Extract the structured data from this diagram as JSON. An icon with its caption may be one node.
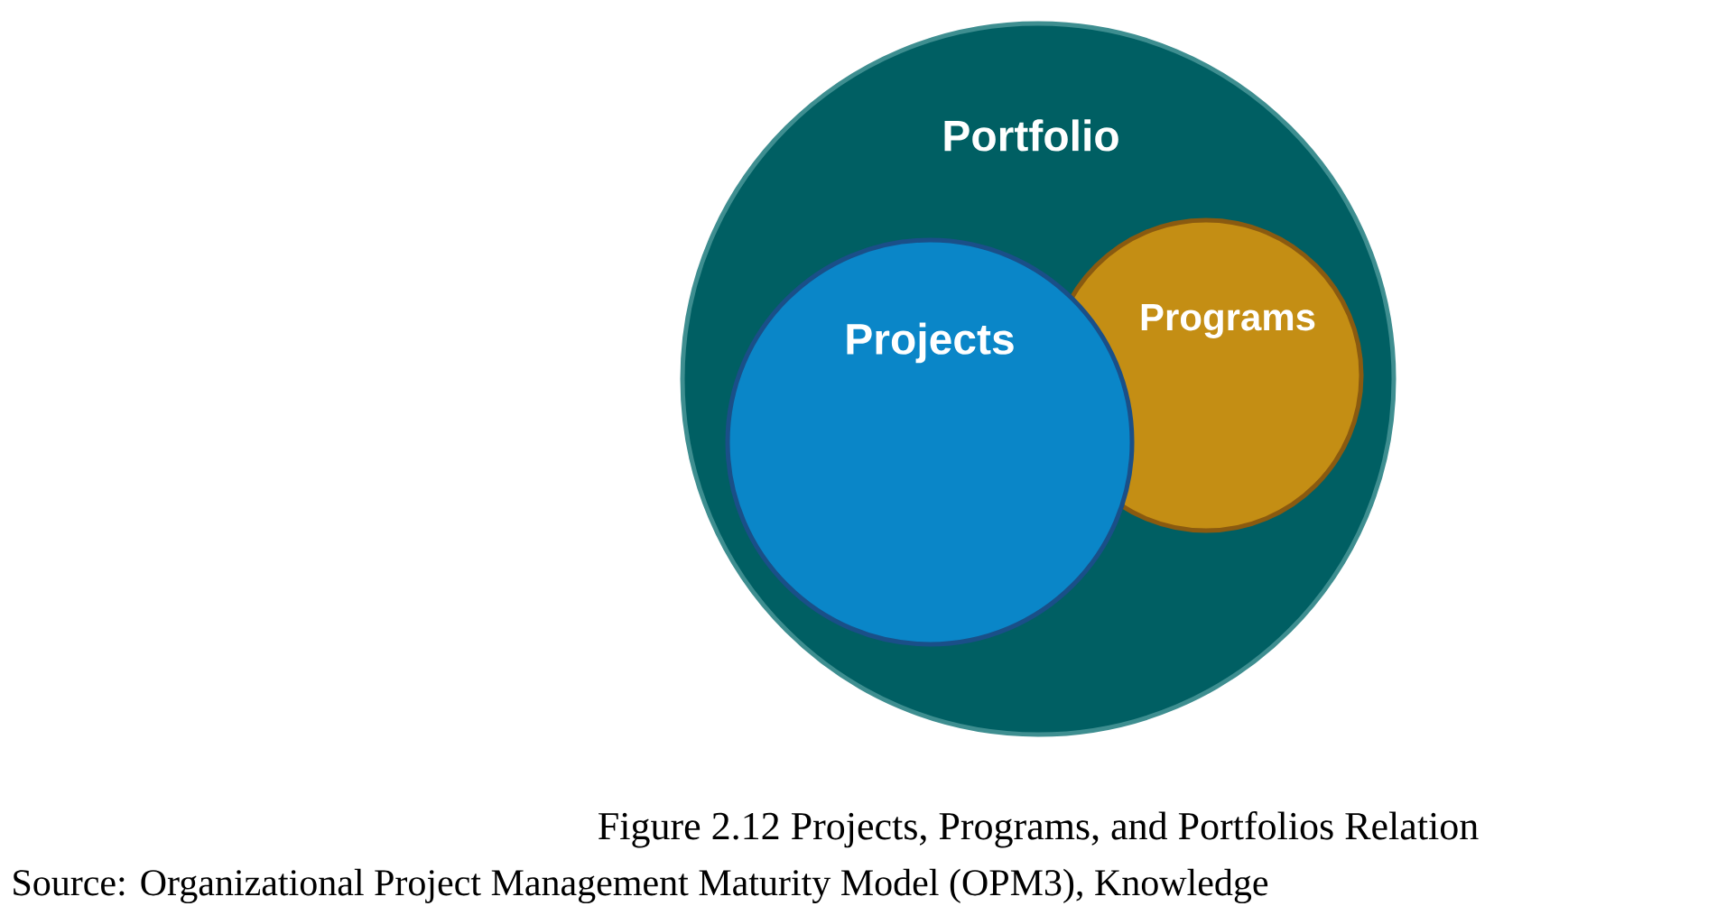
{
  "diagram": {
    "caption": "Figure 2.12 Projects, Programs, and Portfolios Relation",
    "nodes": [
      {
        "text": [
          "Portfolio"
        ]
      },
      {
        "text": [
          "Projects"
        ],
        "in": 0
      },
      {
        "text": [
          "Programs"
        ],
        "in": 0
      }
    ],
    "labels": [
      "Source: Organizational Project Management Maturity Model (OPM3), Knowledge"
    ]
  }
}
